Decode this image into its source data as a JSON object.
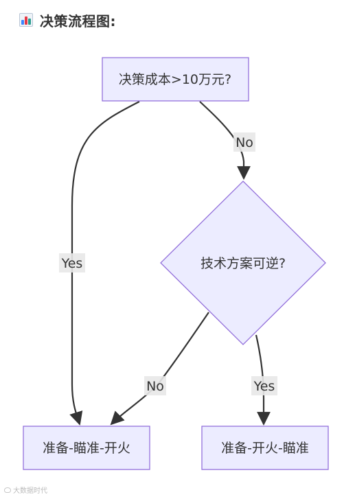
{
  "header": {
    "icon": "bar-chart-icon",
    "title": "决策流程图:"
  },
  "diagram": {
    "nodes": {
      "cost": "决策成本>10万元?",
      "reversible": "技术方案可逆?",
      "prepare_aim_fire": "准备-瞄准-开火",
      "prepare_fire_aim": "准备-开火-瞄准"
    },
    "edges": {
      "cost_yes": "Yes",
      "cost_no": "No",
      "reversible_no": "No",
      "reversible_yes": "Yes"
    },
    "colors": {
      "node_fill": "#ECECFF",
      "node_stroke": "#9370DB",
      "edge": "#333333",
      "label_bg": "#E8E8E8"
    }
  },
  "watermark": {
    "text": "大数据时代"
  }
}
